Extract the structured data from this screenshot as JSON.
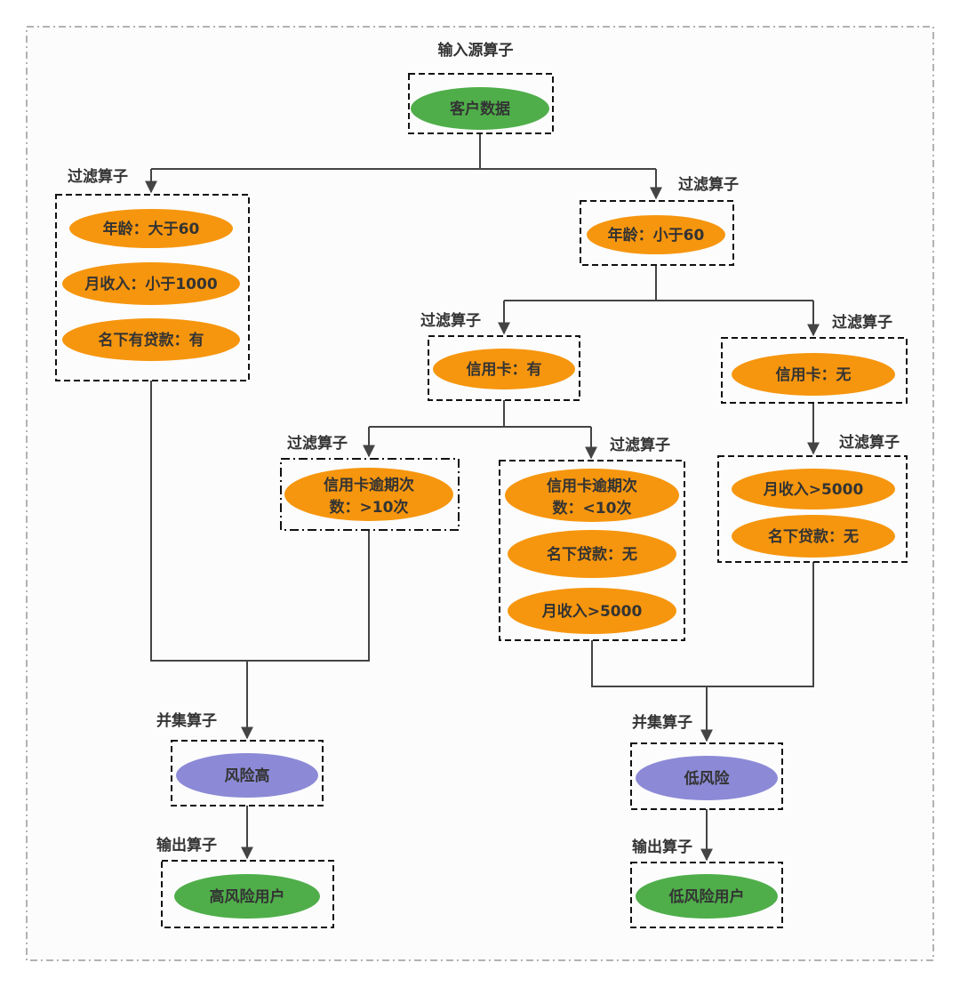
{
  "colors": {
    "green": "#4fae4a",
    "orange": "#f6960e",
    "purple": "#8c8ad6",
    "edge": "#444444"
  },
  "labels": {
    "input": "输入源算子",
    "filter": "过滤算子",
    "union": "并集算子",
    "output": "输出算子"
  },
  "nodes": {
    "customer_data": "客户数据",
    "age_over_60": "年龄：大于60",
    "income_under_1000": "月收入：小于1000",
    "has_loan": "名下有贷款：有",
    "age_under_60": "年龄：小于60",
    "credit_card_yes": "信用卡：有",
    "credit_card_no": "信用卡：无",
    "overdue_gt10_line1": "信用卡逾期次",
    "overdue_gt10_line2": "数：>10次",
    "overdue_lt10_line1": "信用卡逾期次",
    "overdue_lt10_line2": "数：<10次",
    "no_loan_a": "名下贷款：无",
    "income_over_5000_a": "月收入>5000",
    "income_over_5000_b": "月收入>5000",
    "no_loan_b": "名下贷款：无",
    "high_risk": "风险高",
    "low_risk": "低风险",
    "high_risk_users": "高风险用户",
    "low_risk_users": "低风险用户"
  }
}
